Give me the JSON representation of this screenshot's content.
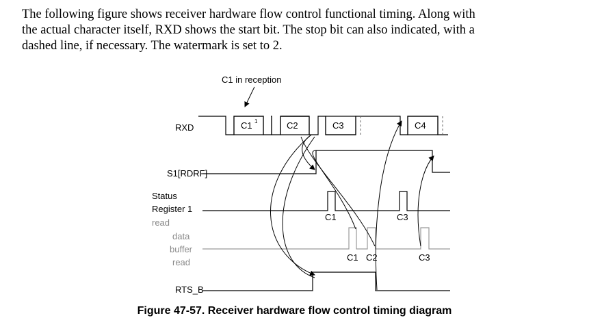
{
  "intro": {
    "line1": "The following figure shows receiver hardware flow control functional timing. Along with",
    "line2": "the actual character itself, RXD shows the start bit. The stop bit can also indicated, with a",
    "line3": "dashed line, if necessary. The watermark is set to 2."
  },
  "diagram": {
    "annotation": "C1 in reception",
    "signals": {
      "rxd": "RXD",
      "rdrf": "S1[RDRF]",
      "status_1": "Status",
      "status_2": "Register 1",
      "status_3": "read",
      "data_1": "data",
      "data_2": "buffer",
      "data_3": "read",
      "rts": "RTS_B"
    },
    "chars": {
      "c1": "C1",
      "c1_sup": "1",
      "c2": "C2",
      "c3": "C3",
      "c4": "C4"
    },
    "pulse_labels": {
      "sr_c1": "C1",
      "sr_c3": "C3",
      "db_c1": "C1",
      "db_c2": "C2",
      "db_c3": "C3"
    }
  },
  "caption": "Figure 47-57. Receiver hardware flow control timing diagram"
}
